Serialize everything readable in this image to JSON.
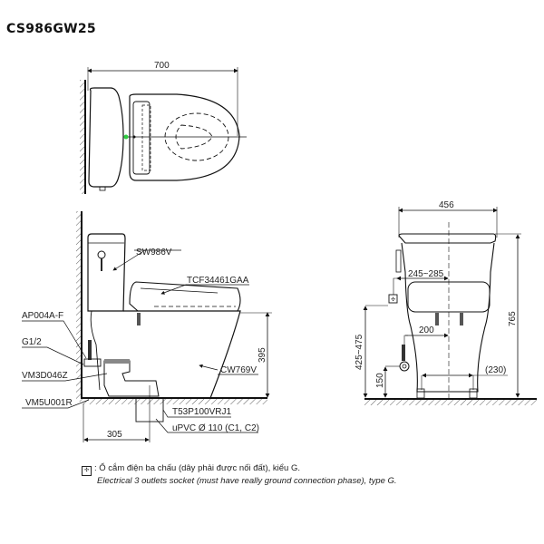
{
  "title": "CS986GW25",
  "top_view": {
    "dim_length": "700"
  },
  "side_view": {
    "labels": {
      "tank": "SW986V",
      "seat": "TCF34461GAA",
      "angle_valve": "AP004A-F",
      "thread": "G1/2",
      "flange": "VM3D046Z",
      "bolt": "VM5U001R",
      "bowl": "CW769V",
      "drain_adapter": "T53P100VRJ1",
      "pipe": "uPVC Ø 110 (C1, C2)"
    },
    "dim_height_rim": "395",
    "dim_rough_in": "305"
  },
  "front_view": {
    "dim_width": "456",
    "dim_height_total": "765",
    "dim_socket_offset": "245~285",
    "dim_socket_height": "425~475",
    "dim_supply_offset": "200",
    "dim_supply_height": "150",
    "dim_bolt_spacing": "(230)"
  },
  "legend": {
    "icon": "socket-icon",
    "separator": ":",
    "vi": "Ổ cắm điện ba chấu (dây phải được nối đất), kiểu G.",
    "en": "Electrical 3 outlets socket (must have really ground connection phase), type G."
  }
}
